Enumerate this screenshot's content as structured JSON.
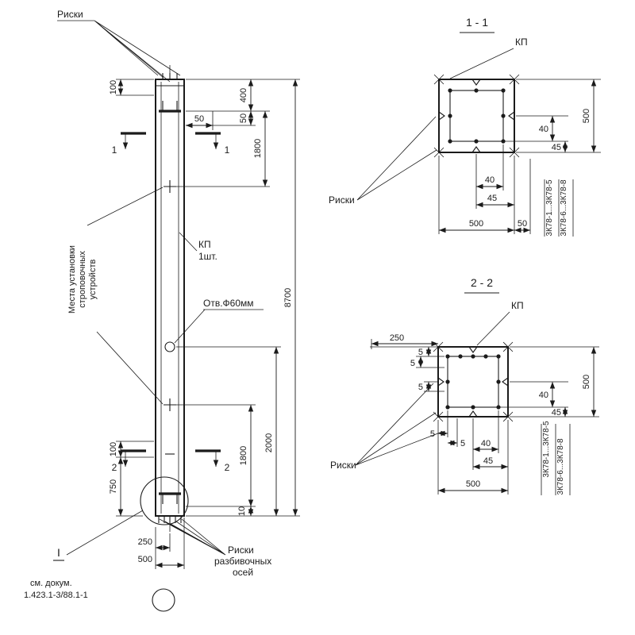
{
  "el": {
    "riski": "Риски",
    "d100t": "100",
    "d400": "400",
    "d50h": "50",
    "d50v": "50",
    "d1800t": "1800",
    "d8700": "8700",
    "d2000": "2000",
    "d1800b": "1800",
    "d10": "10",
    "d100b": "100",
    "d750": "750",
    "d250": "250",
    "d500": "500",
    "s1": "1",
    "s2": "2",
    "kp": "КП",
    "kp_qty": "1шт.",
    "hole": "Отв.Ф60мм",
    "sling1": "Места установки",
    "sling2": "строповочных",
    "sling3": "устройств",
    "ax1": "Риски",
    "ax2": "разбивочных",
    "ax3": "осей",
    "detail": "I",
    "doc1": "см. докум.",
    "doc2": "1.423.1-3/88.1-1"
  },
  "s11": {
    "title": "1 - 1",
    "kp": "КП",
    "riski": "Риски",
    "d40r": "40",
    "d45r": "45",
    "d500r": "500",
    "d40b": "40",
    "d45b": "45",
    "d500b": "500",
    "d50b": "50",
    "ser1": "3К78-1...3К78-5",
    "ser2": "3К78-6...3К78-8"
  },
  "s22": {
    "title": "2 - 2",
    "kp": "КП",
    "riski": "Риски",
    "d250": "250",
    "d5a": "5",
    "d5b": "5",
    "d5c": "5",
    "d40r": "40",
    "d45r": "45",
    "d500r": "500",
    "d5d": "5",
    "d5e": "5",
    "d40b": "40",
    "d45b": "45",
    "d500b": "500",
    "ser1": "3К78-1...3К78-5",
    "ser2": "3К78-6...3К78-8"
  }
}
